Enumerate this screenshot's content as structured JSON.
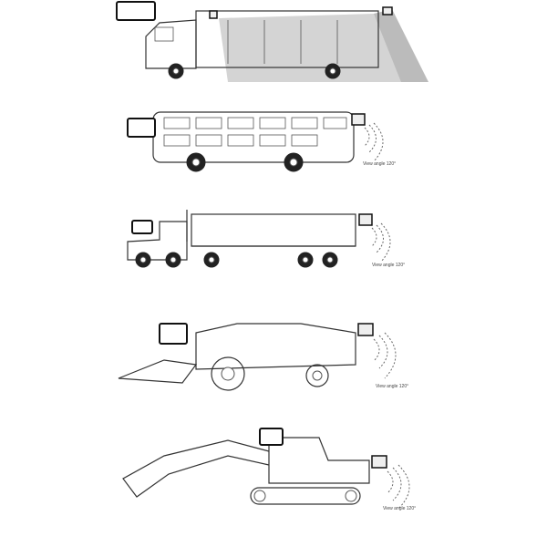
{
  "diagrams": [
    {
      "vehicle": "box-truck"
    },
    {
      "vehicle": "double-decker-bus",
      "label": "View angle 120°"
    },
    {
      "vehicle": "semi-truck",
      "label": "View angle 120°"
    },
    {
      "vehicle": "combine-harvester",
      "label": "View angle 120°"
    },
    {
      "vehicle": "excavator",
      "label": "View angle 120°"
    }
  ],
  "colors": {
    "line": "#333333",
    "shade": "#bdbdbd",
    "camera_marker": "#cc2222"
  }
}
